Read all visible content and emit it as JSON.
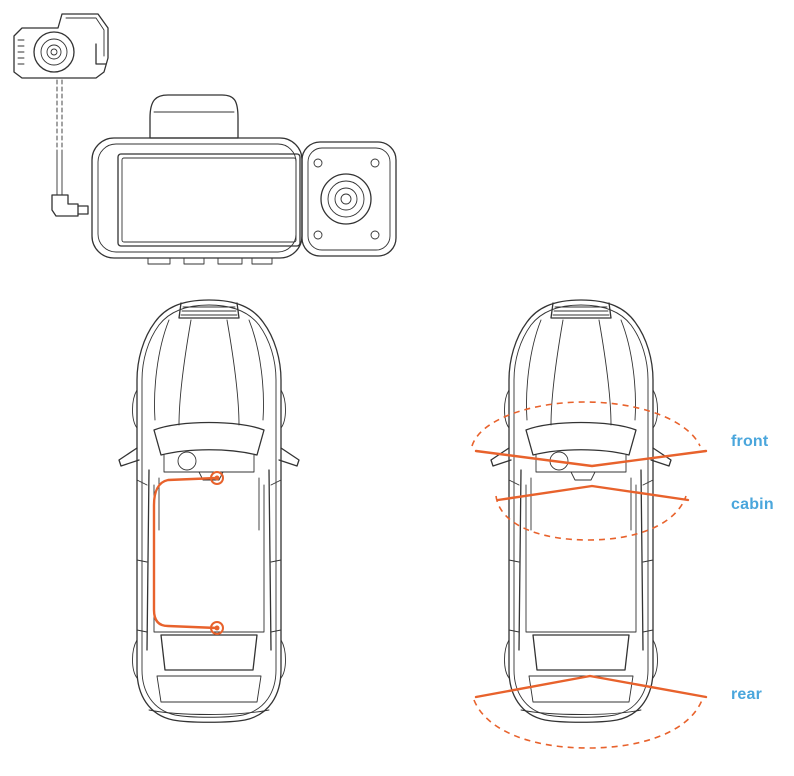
{
  "labels": {
    "front": "front",
    "cabin": "cabin",
    "rear": "rear"
  },
  "colors": {
    "label": "#4aa6dc",
    "accent": "#e8622c",
    "line": "#333333"
  },
  "icons": {
    "rear_camera": "rear-camera-icon",
    "dashcam": "dashcam-icon",
    "car_left": "car-top-view-wiring",
    "car_right": "car-top-view-coverage"
  }
}
